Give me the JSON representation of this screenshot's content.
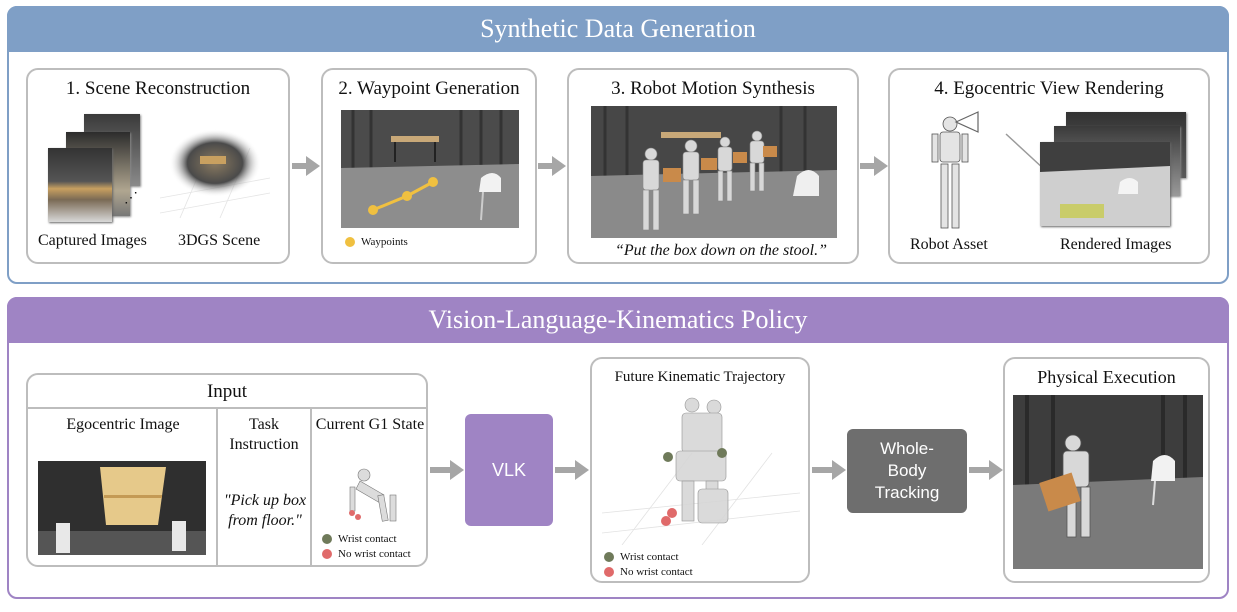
{
  "synthetic": {
    "banner": "Synthetic Data Generation",
    "panels": [
      {
        "title": "1. Scene Reconstruction",
        "captions": [
          "Captured Images",
          "3DGS Scene"
        ]
      },
      {
        "title": "2. Waypoint Generation",
        "legend": "Waypoints"
      },
      {
        "title": "3. Robot Motion Synthesis",
        "quote": "“Put the box down on the stool.”"
      },
      {
        "title": "4. Egocentric View Rendering",
        "captions": [
          "Robot Asset",
          "Rendered Images"
        ]
      }
    ]
  },
  "policy": {
    "banner": "Vision-Language-Kinematics Policy",
    "input": {
      "title": "Input",
      "ego_label": "Egocentric Image",
      "task_label": "Task Instruction",
      "task_text": "\"Pick up box from floor.\"",
      "state_label": "Current G1 State",
      "legend": [
        "Wrist contact",
        "No wrist contact"
      ]
    },
    "vlk": "VLK",
    "trajectory": {
      "title": "Future Kinematic Trajectory",
      "legend": [
        "Wrist contact",
        "No wrist contact"
      ]
    },
    "tracking": "Whole-Body Tracking",
    "execution": {
      "title": "Physical Execution"
    }
  },
  "colors": {
    "top_banner": "#7f9fc6",
    "bottom_banner": "#9f84c4",
    "vlk_box": "#9f84c4",
    "tracking_box": "#6e6e6e",
    "arrow": "#a6a6a6",
    "wrist_contact": "#6f7a5a",
    "no_wrist_contact": "#e06a6a",
    "waypoint": "#f0c040"
  },
  "icons": [
    "arrow-right-icon",
    "camera-icon",
    "robot-icon"
  ]
}
